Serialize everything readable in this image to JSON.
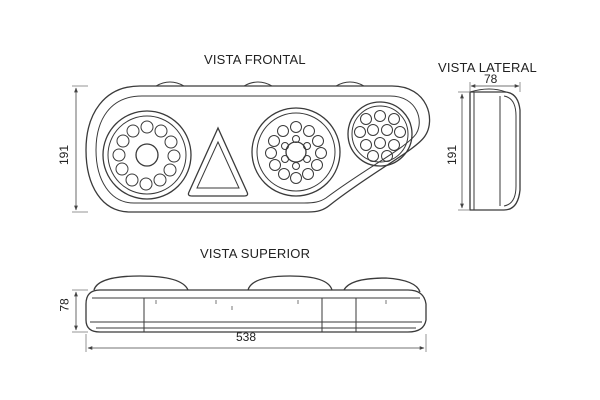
{
  "views": {
    "front_title": "VISTA FRONTAL",
    "side_title": "VISTA LATERAL",
    "top_title": "VISTA SUPERIOR"
  },
  "dimensions": {
    "front_height": "191",
    "side_depth": "78",
    "side_height": "191",
    "top_height": "78",
    "overall_length": "538"
  },
  "colors": {
    "line": "#3a3a3a",
    "thin": "#7a7a7a"
  }
}
